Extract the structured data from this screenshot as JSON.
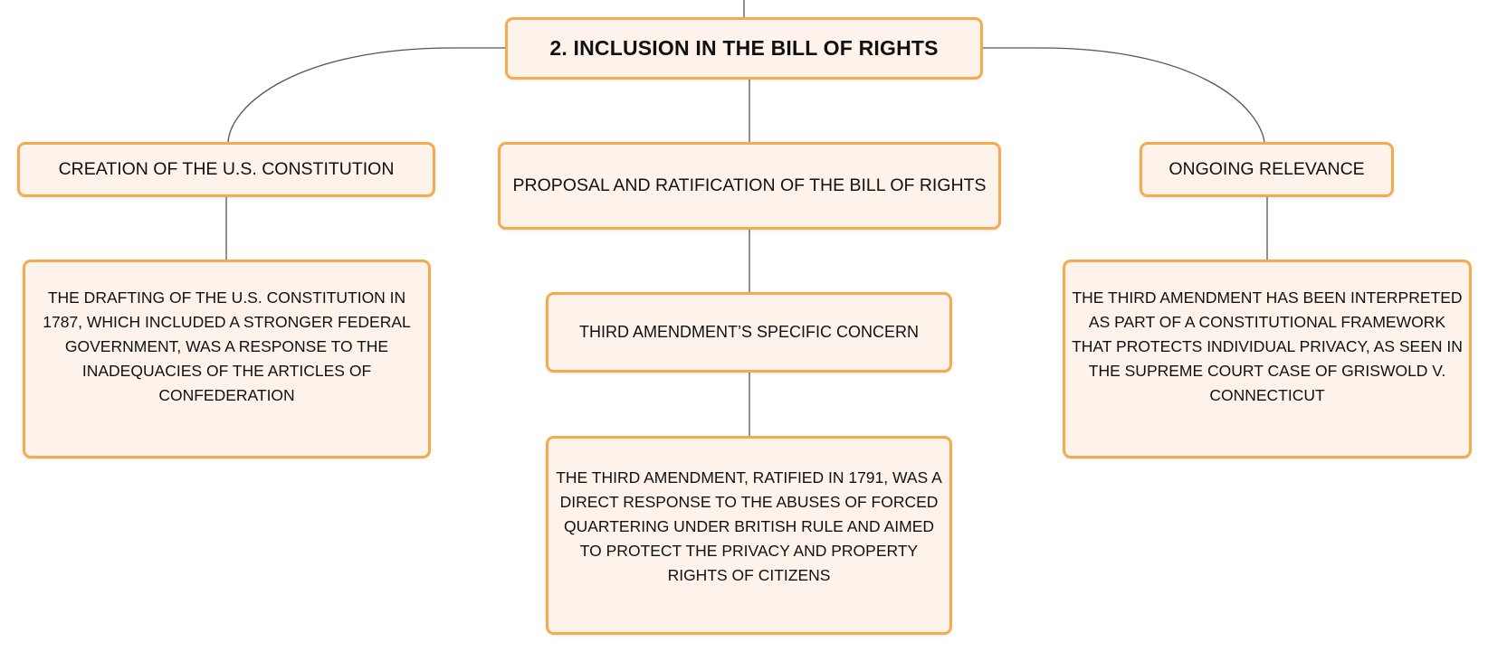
{
  "diagram": {
    "root": {
      "label": "2. INCLUSION IN THE BILL OF RIGHTS"
    },
    "branches": [
      {
        "label": "CREATION OF THE U.S. CONSTITUTION",
        "children": [
          {
            "label": "THE DRAFTING OF THE U.S. CONSTITUTION IN 1787, WHICH INCLUDED A STRONGER FEDERAL GOVERNMENT, WAS A RESPONSE TO THE INADEQUACIES OF THE ARTICLES OF CONFEDERATION"
          }
        ]
      },
      {
        "label": "PROPOSAL AND RATIFICATION OF THE BILL OF RIGHTS",
        "children": [
          {
            "label": "THIRD AMENDMENT’S SPECIFIC CONCERN",
            "children": [
              {
                "label": "THE THIRD AMENDMENT, RATIFIED IN 1791, WAS A DIRECT RESPONSE TO THE ABUSES OF FORCED QUARTERING UNDER BRITISH RULE AND AIMED TO PROTECT THE PRIVACY AND PROPERTY RIGHTS OF CITIZENS"
              }
            ]
          }
        ]
      },
      {
        "label": "ONGOING RELEVANCE",
        "children": [
          {
            "label": "THE THIRD AMENDMENT HAS BEEN INTERPRETED AS PART OF A CONSTITUTIONAL FRAMEWORK THAT PROTECTS INDIVIDUAL PRIVACY, AS SEEN IN THE SUPREME COURT CASE OF GRISWOLD V. CONNECTICUT"
          }
        ]
      }
    ]
  },
  "colors": {
    "node_fill": "#fdf3ea",
    "node_border": "#f4aa4e",
    "connector": "#555555"
  }
}
